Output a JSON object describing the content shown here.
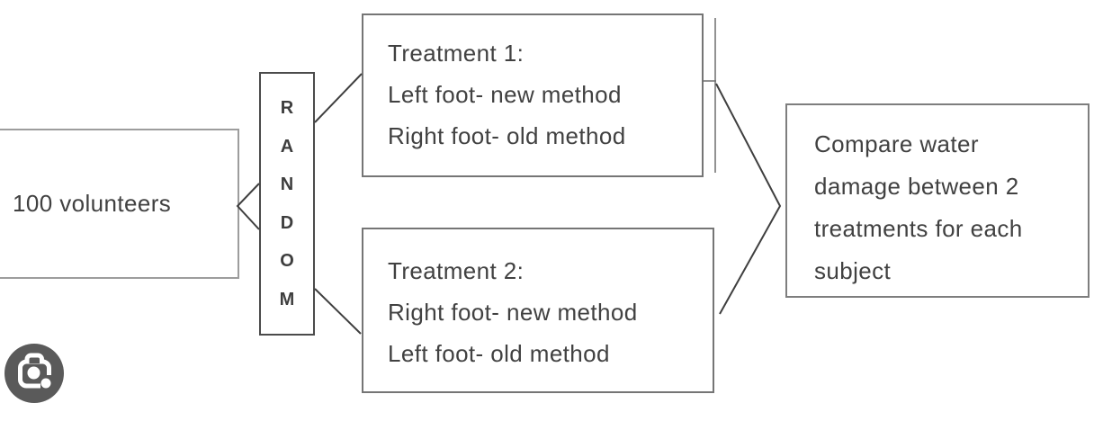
{
  "diagram": {
    "volunteers": {
      "label": "100 volunteers"
    },
    "random": {
      "word": "RANDOM",
      "letters": [
        "R",
        "A",
        "N",
        "D",
        "O",
        "M"
      ]
    },
    "treatment1": {
      "lines": [
        "Treatment 1:",
        "Left foot- new method",
        "Right foot- old method"
      ]
    },
    "treatment2": {
      "lines": [
        "Treatment 2:",
        "Right foot- new method",
        "Left foot- old method"
      ]
    },
    "compare": {
      "lines": [
        "Compare water",
        "damage between 2",
        "treatments for each",
        "subject"
      ]
    }
  },
  "icons": {
    "lens": "google-lens-camera-icon"
  },
  "colors": {
    "text": "#414141",
    "border_light": "#9d9d9d",
    "border_mid": "#757575",
    "border_dark": "#4b4b4b",
    "connector_line": "#3f3f3f",
    "lens_circle": "#5a5a5a",
    "background": "#ffffff"
  }
}
